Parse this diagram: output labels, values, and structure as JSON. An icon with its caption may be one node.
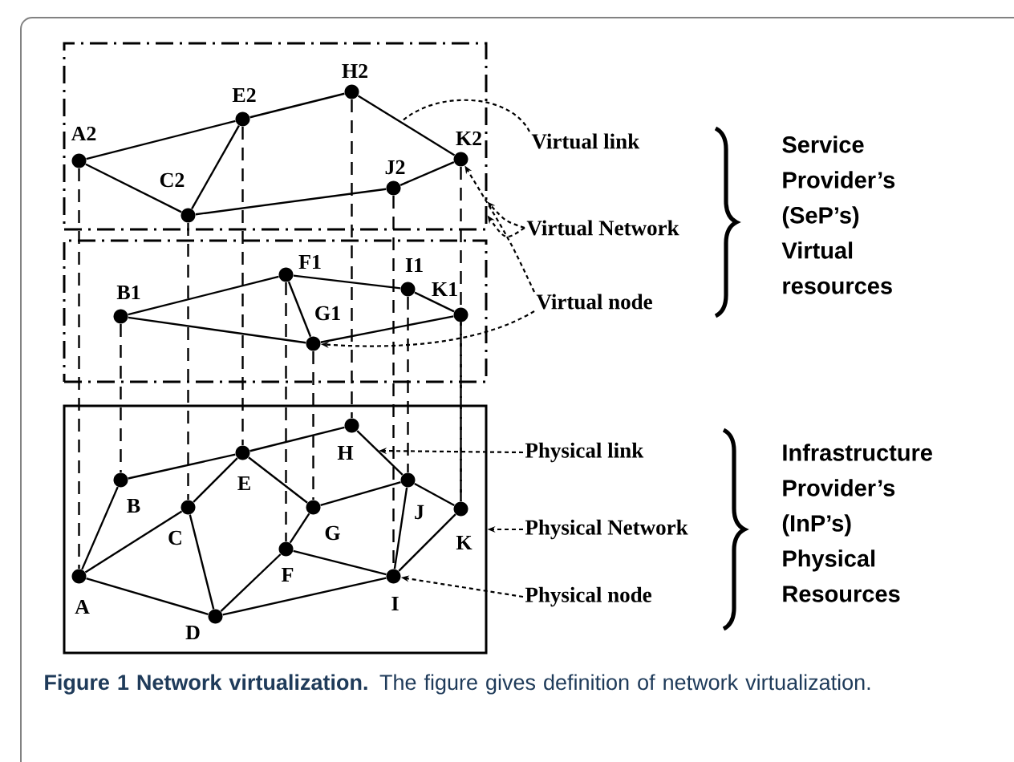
{
  "diagram": {
    "caption": "**Figure 1 Network virtualization.** The figure gives definition of network virtualization.",
    "nodes": [
      {
        "text": [],
        "shape": "box"
      },
      {
        "text": [
          "A2"
        ],
        "in": 0
      },
      {
        "text": [
          "E2"
        ],
        "in": 0
      },
      {
        "text": [
          "H2"
        ],
        "in": 0
      },
      {
        "text": [
          "K2"
        ],
        "in": 0
      },
      {
        "text": [
          "J2"
        ],
        "in": 0
      },
      {
        "text": [
          "C2"
        ],
        "in": 0
      },
      {
        "text": [
          "Virtual link"
        ]
      },
      {
        "text": [
          "Virtual Network"
        ]
      },
      {
        "text": [
          "Virtual node"
        ]
      },
      {
        "text": [],
        "shape": "box"
      },
      {
        "text": [
          "B1"
        ],
        "in": 10
      },
      {
        "text": [
          "F1"
        ],
        "in": 10
      },
      {
        "text": [
          "I1"
        ],
        "in": 10
      },
      {
        "text": [
          "K1"
        ],
        "in": 10
      },
      {
        "text": [
          "G1"
        ],
        "in": 10
      },
      {
        "text": [],
        "shape": "box"
      },
      {
        "text": [
          "H"
        ],
        "in": 16
      },
      {
        "text": [
          "E"
        ],
        "in": 16
      },
      {
        "text": [
          "B"
        ],
        "in": 16
      },
      {
        "text": [
          "C"
        ],
        "in": 16
      },
      {
        "text": [
          "G"
        ],
        "in": 16
      },
      {
        "text": [
          "J"
        ],
        "in": 16
      },
      {
        "text": [
          "K"
        ],
        "in": 16
      },
      {
        "text": [
          "F"
        ],
        "in": 16
      },
      {
        "text": [
          "A"
        ],
        "in": 16
      },
      {
        "text": [
          "I"
        ],
        "in": 16
      },
      {
        "text": [
          "D"
        ],
        "in": 16
      },
      {
        "text": [
          "Physical link"
        ]
      },
      {
        "text": [
          "Physical Network"
        ]
      },
      {
        "text": [
          "Physical node"
        ]
      }
    ],
    "edges": [
      {
        "from": 1,
        "to": 2,
        "arrow": "none"
      },
      {
        "from": 1,
        "to": 6,
        "arrow": "none"
      },
      {
        "from": 6,
        "to": 2,
        "arrow": "none"
      },
      {
        "from": 2,
        "to": 3,
        "arrow": "none"
      },
      {
        "from": 3,
        "to": 4,
        "arrow": "none"
      },
      {
        "from": 4,
        "to": 5,
        "arrow": "none"
      },
      {
        "from": 5,
        "to": 6,
        "arrow": "none"
      },
      {
        "from": 11,
        "to": 12,
        "arrow": "none"
      },
      {
        "from": 12,
        "to": 13,
        "arrow": "none"
      },
      {
        "from": 13,
        "to": 14,
        "arrow": "none"
      },
      {
        "from": 12,
        "to": 15,
        "arrow": "none"
      },
      {
        "from": 11,
        "to": 15,
        "arrow": "none"
      },
      {
        "from": 15,
        "to": 14,
        "arrow": "none"
      },
      {
        "from": 25,
        "to": 19,
        "arrow": "none"
      },
      {
        "from": 25,
        "to": 20,
        "arrow": "none"
      },
      {
        "from": 25,
        "to": 27,
        "arrow": "none"
      },
      {
        "from": 19,
        "to": 18,
        "arrow": "none"
      },
      {
        "from": 20,
        "to": 18,
        "arrow": "none"
      },
      {
        "from": 20,
        "to": 27,
        "arrow": "none"
      },
      {
        "from": 27,
        "to": 24,
        "arrow": "none"
      },
      {
        "from": 27,
        "to": 26,
        "arrow": "none"
      },
      {
        "from": 18,
        "to": 17,
        "arrow": "none"
      },
      {
        "from": 18,
        "to": 21,
        "arrow": "none"
      },
      {
        "from": 21,
        "to": 24,
        "arrow": "none"
      },
      {
        "from": 21,
        "to": 22,
        "arrow": "none"
      },
      {
        "from": 24,
        "to": 26,
        "arrow": "none"
      },
      {
        "from": 17,
        "to": 22,
        "arrow": "none"
      },
      {
        "from": 22,
        "to": 23,
        "arrow": "none"
      },
      {
        "from": 22,
        "to": 26,
        "arrow": "none"
      },
      {
        "from": 23,
        "to": 26,
        "arrow": "none"
      },
      {
        "from": 1,
        "to": 25,
        "arrow": "none",
        "style": "dashed"
      },
      {
        "from": 6,
        "to": 20,
        "arrow": "none",
        "style": "dashed"
      },
      {
        "from": 2,
        "to": 18,
        "arrow": "none",
        "style": "dashed"
      },
      {
        "from": 3,
        "to": 17,
        "arrow": "none",
        "style": "dashed"
      },
      {
        "from": 5,
        "to": 26,
        "arrow": "none",
        "style": "dashed"
      },
      {
        "from": 4,
        "to": 23,
        "arrow": "none",
        "style": "dashed"
      },
      {
        "from": 11,
        "to": 19,
        "arrow": "none",
        "style": "dashed"
      },
      {
        "from": 12,
        "to": 24,
        "arrow": "none",
        "style": "dashed"
      },
      {
        "from": 15,
        "to": 21,
        "arrow": "none",
        "style": "dashed"
      },
      {
        "from": 13,
        "to": 22,
        "arrow": "none",
        "style": "dashed"
      },
      {
        "from": 14,
        "to": 23,
        "arrow": "none",
        "style": "dashed"
      },
      {
        "from": 7,
        "to": null,
        "arrow": "none",
        "style": "dashed"
      },
      {
        "from": 8,
        "to": 0,
        "arrow": "to",
        "style": "dashed"
      },
      {
        "from": 8,
        "to": 10,
        "arrow": "to",
        "style": "dashed"
      },
      {
        "from": 9,
        "to": 4,
        "arrow": "to",
        "style": "dashed"
      },
      {
        "from": 9,
        "to": 15,
        "arrow": "to",
        "style": "dashed"
      },
      {
        "from": 28,
        "to": null,
        "arrow": "to",
        "style": "dashed"
      },
      {
        "from": 29,
        "to": 16,
        "arrow": "to",
        "style": "dashed"
      },
      {
        "from": 30,
        "to": 26,
        "arrow": "to",
        "style": "dashed"
      }
    ],
    "labels": [
      "Service Provider’s (SeP’s) Virtual resources",
      "Infrastructure Provider’s (InP’s) Physical Resources"
    ]
  }
}
